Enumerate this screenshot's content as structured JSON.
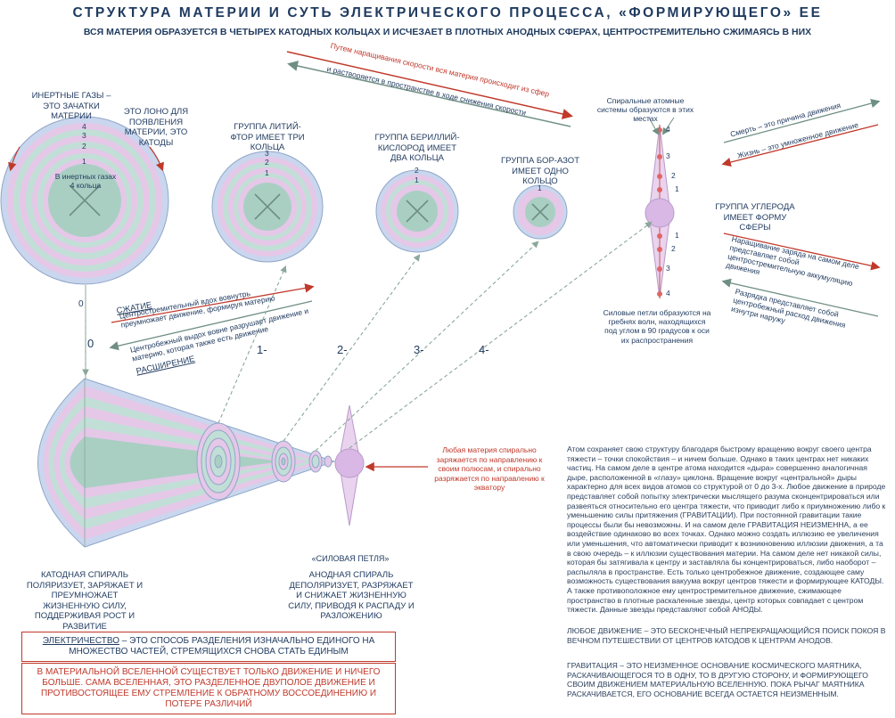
{
  "header": {
    "title": "СТРУКТУРА МАТЕРИИ И СУТЬ ЭЛЕКТРИЧЕСКОГО ПРОЦЕССА, «ФОРМИРУЮЩЕГО» ЕЕ",
    "subtitle": "ВСЯ МАТЕРИЯ ОБРАЗУЕТСЯ В ЧЕТЫРЕХ КАТОДНЫХ КОЛЬЦАХ И ИСЧЕЗАЕТ В ПЛОТНЫХ АНОДНЫХ СФЕРАХ, ЦЕНТРОСТРЕМИТЕЛЬНО СЖИМАЯСЬ В НИХ"
  },
  "top_arrows": {
    "upper": "Путем наращивания скорости вся материя происходит из сфер",
    "lower": "и растворяется в пространстве в ходе снижения скорости"
  },
  "labels": {
    "inert_gases": "ИНЕРТНЫЕ ГАЗЫ – ЭТО ЗАЧАТКИ МАТЕРИИ",
    "womb": "ЭТО ЛОНО ДЛЯ ПОЯВЛЕНИЯ МАТЕРИИ, ЭТО КАТОДЫ",
    "inert_inner": "В инертных газах 4 кольца",
    "lithium": "ГРУППА ЛИТИЙ-ФТОР ИМЕЕТ ТРИ КОЛЬЦА",
    "beryllium": "ГРУППА БЕРИЛЛИЙ-КИСЛОРОД ИМЕЕТ ДВА КОЛЬЦА",
    "boron": "ГРУППА БОР-АЗОТ ИМЕЕТ ОДНО КОЛЬЦО",
    "spiral_systems": "Спиральные атомные системы образуются в этих местах",
    "carbon": "ГРУППА УГЛЕРОДА ИМЕЕТ ФОРМУ СФЕРЫ",
    "force_loops": "Силовые петли образуются на гребнях волн, находящихся под углом в 90 градусов к оси их распространения",
    "force_loop": "«СИЛОВАЯ ПЕТЛЯ»",
    "cathode_spiral": "КАТОДНАЯ СПИРАЛЬ ПОЛЯРИЗУЕТ, ЗАРЯЖАЕТ И ПРЕУМНОЖАЕТ ЖИЗНЕННУЮ СИЛУ, ПОДДЕРЖИВАЯ РОСТ И РАЗВИТИЕ",
    "anode_spiral": "АНОДНАЯ СПИРАЛЬ ДЕПОЛЯРИЗУЕТ, РАЗРЯЖАЕТ И СНИЖАЕТ ЖИЗНЕННУЮ СИЛУ, ПРИВОДЯ К РАСПАДУ И РАЗЛОЖЕНИЮ",
    "any_matter": "Любая материя спирально заряжается по направлению к своим полюсам, и спирально разряжается по направлению к экватору"
  },
  "compression": {
    "title": "СЖАТИЕ",
    "inhale": "Центростремительный вдох вовнутрь преумножает движение, формируя материю",
    "exhale": "Центробежный выдох вовне разрушает движение и материю, которая также есть движение",
    "expansion": "РАСШИРЕНИЕ"
  },
  "right_arrows": {
    "death": "Смерть – это причина движения",
    "life": "Жизнь – это умноженное движение",
    "charge": "Наращивание заряда на самом деле представляет собой центростремительную аккумуляцию движения",
    "discharge": "Разрядка представляет собой центробежный расход движения изнутри наружу"
  },
  "numbers": {
    "zero": "0",
    "zero_big": "0",
    "one": "1-",
    "two": "2-",
    "three": "3-",
    "four": "4-",
    "r1": "1",
    "r2": "2",
    "r3": "3",
    "r4": "4"
  },
  "paragraphs": {
    "main": "Атом сохраняет свою структуру благодаря быстрому вращению вокруг своего центра тяжести – точки спокойствия – и ничем больше. Однако в таких центрах нет никаких частиц. На самом деле в центре атома находится «дыра» совершенно аналогичная дыре, расположенной в «глазу» циклона. Вращение вокруг «центральной» дыры характерно для всех видов атомов со структурой от 0 до 3-х. Любое движение в природе представляет собой попытку электрически мыслящего разума сконцентрироваться или развеяться относительно его центра тяжести, что приводит либо к приумножению либо к уменьшению силы притяжения (ГРАВИТАЦИИ). При постоянной гравитации такие процессы были бы невозможны. И на самом деле ГРАВИТАЦИЯ НЕИЗМЕННА, а ее воздействие одинаково во всех точках. Однако можно создать иллюзию ее увеличения или уменьшения, что автоматически приводит к возникновению иллюзии движения, а та в свою очередь – к иллюзии существования материи. На самом деле нет никакой силы, которая бы затягивала к центру и заставляла бы концентрироваться, либо наоборот – распыляла в пространстве. Есть только центробежное движение, создающее саму возможность существования вакуума вокруг центров тяжести и формирующее КАТОДЫ. А также противоположное ему центростремительное движение, сжимающее пространство в плотные раскаленные звезды, центр которых совпадает с центром тяжести. Данные звезды представляют собой АНОДЫ.",
    "motion": "ЛЮБОЕ ДВИЖЕНИЕ – ЭТО БЕСКОНЕЧНЫЙ НЕПРЕКРАЩАЮЩИЙСЯ ПОИСК ПОКОЯ В ВЕЧНОМ ПУТЕШЕСТВИИ ОТ ЦЕНТРОВ КАТОДОВ К ЦЕНТРАМ АНОДОВ.",
    "gravity": "ГРАВИТАЦИЯ – ЭТО НЕИЗМЕННОЕ ОСНОВАНИЕ КОСМИЧЕСКОГО МАЯТНИКА, РАСКАЧИВАЮЩЕГОСЯ ТО В ОДНУ, ТО В ДРУГУЮ СТОРОНУ, И ФОРМИРУЮЩЕГО СВОИМ ДВИЖЕНИЕМ МАТЕРИАЛЬНУЮ ВСЕЛЕННУЮ. ПОКА РЫЧАГ МАЯТНИКА РАСКАЧИВАЕТСЯ, ЕГО ОСНОВАНИЕ ВСЕГДА ОСТАЕТСЯ НЕИЗМЕННЫМ."
  },
  "boxes": {
    "electricity_term": "ЭЛЕКТРИЧЕСТВО",
    "electricity_rest": " – ЭТО СПОСОБ РАЗДЕЛЕНИЯ ИЗНАЧАЛЬНО ЕДИНОГО НА МНОЖЕСТВО ЧАСТЕЙ, СТРЕМЯЩИХСЯ СНОВА СТАТЬ ЕДИНЫМ",
    "universe": "В МАТЕРИАЛЬНОЙ ВСЕЛЕННОЙ СУЩЕСТВУЕТ ТОЛЬКО ДВИЖЕНИЕ И НИЧЕГО БОЛЬШЕ. САМА ВСЕЛЕННАЯ, ЭТО РАЗДЕЛЕННОЕ ДВУПОЛОЕ ДВИЖЕНИЕ И ПРОТИВОСТОЯЩЕЕ ЕМУ СТРЕМЛЕНИЕ К ОБРАТНОМУ ВОССОЕДИНЕНИЮ И ПОТЕРЕ РАЗЛИЧИЙ"
  },
  "colors": {
    "ring_pink": "#e5c7e8",
    "ring_green": "#c2dfd7",
    "ring_blue": "#c9d6ee",
    "core": "#a9cfc3",
    "sphere": "#d9b8e6",
    "red": "#c0392b",
    "navy": "#1f3a5f",
    "arrow_gray": "#7a9a8a"
  }
}
